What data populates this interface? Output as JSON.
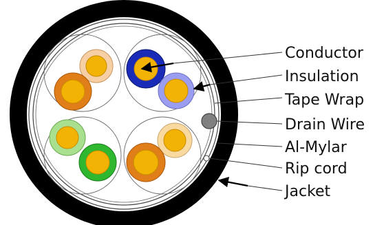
{
  "colors": {
    "jacket": "#000000",
    "background": "#ffffff",
    "line": "#333333",
    "conductor": "#f2b305",
    "conductor_shade": "#d98c00",
    "orange_solid": "#e07f1a",
    "orange_light": "#f6cfa4",
    "blue_solid": "#1a2bb8",
    "blue_light": "#9a9df0",
    "green_solid": "#2fb82f",
    "green_light": "#a8e090",
    "drain_wire": "#808080",
    "arrow": "#000000"
  },
  "callouts": [
    {
      "key": "conductor",
      "label": "Conductor"
    },
    {
      "key": "insulation",
      "label": "Insulation"
    },
    {
      "key": "tape_wrap",
      "label": "Tape Wrap"
    },
    {
      "key": "drain_wire",
      "label": "Drain Wire"
    },
    {
      "key": "al_mylar",
      "label": "Al-Mylar"
    },
    {
      "key": "rip_cord",
      "label": "Rip cord"
    },
    {
      "key": "jacket",
      "label": "Jacket"
    }
  ]
}
